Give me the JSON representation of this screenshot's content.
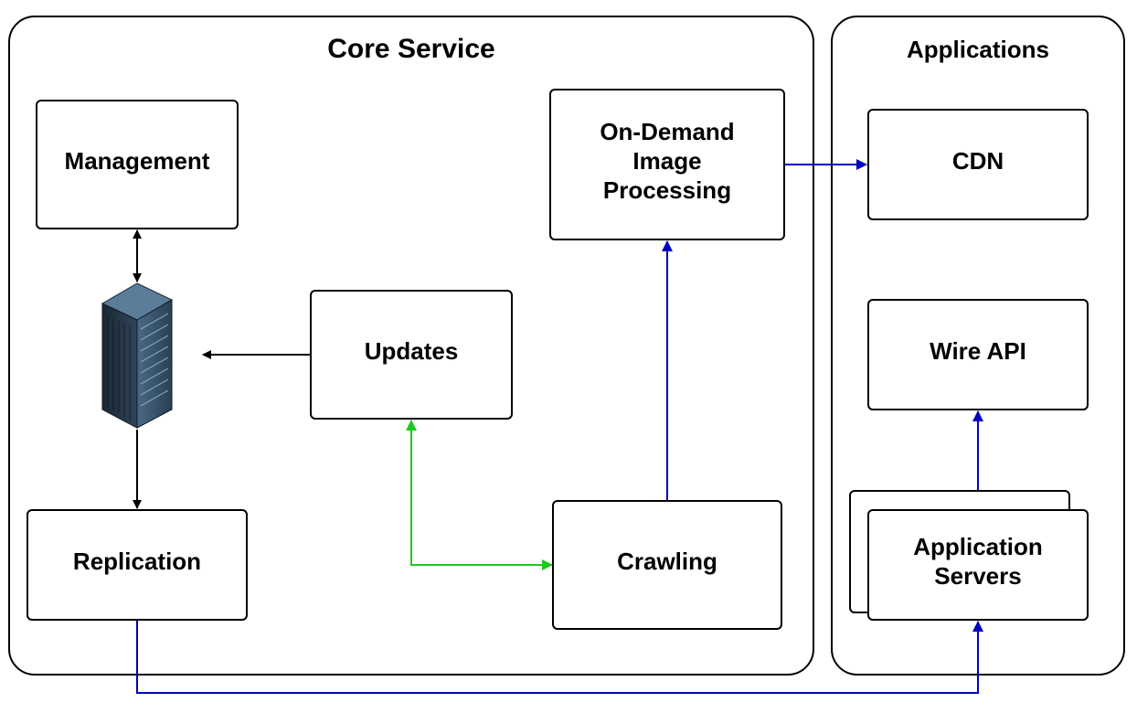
{
  "groups": {
    "core": {
      "title": "Core Service"
    },
    "apps": {
      "title": "Applications"
    }
  },
  "nodes": {
    "management": {
      "label": "Management"
    },
    "replication": {
      "label": "Replication"
    },
    "updates": {
      "label": "Updates"
    },
    "crawling": {
      "label": "Crawling"
    },
    "image_processing": {
      "lines": [
        "On-Demand",
        "Image",
        "Processing"
      ]
    },
    "cdn": {
      "label": "CDN"
    },
    "wire_api": {
      "label": "Wire API"
    },
    "app_servers": {
      "lines": [
        "Application",
        "Servers"
      ]
    }
  },
  "server_icon": {
    "name": "server-rack-icon"
  },
  "colors": {
    "black_arrow": "#000000",
    "blue_arrow": "#0000c0",
    "green_arrow": "#1ec81e",
    "server_dark": "#1b2a38",
    "server_light": "#3f5d78"
  }
}
